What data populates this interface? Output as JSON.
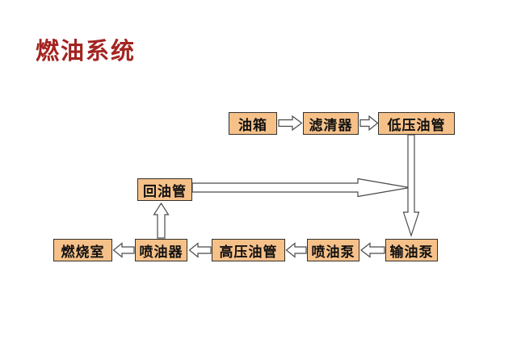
{
  "title": "燃油系统",
  "colors": {
    "bg": "#ffffff",
    "title_color": "#a32421",
    "box_fill": "#f6c189",
    "box_border": "#33302b",
    "arrow_stroke": "#4a4a4a",
    "text_color": "#111111"
  },
  "nodes": [
    {
      "id": "fuel-tank",
      "label": "油箱"
    },
    {
      "id": "filter",
      "label": "滤清器"
    },
    {
      "id": "low-pressure-pipe",
      "label": "低压油管"
    },
    {
      "id": "return-pipe",
      "label": "回油管"
    },
    {
      "id": "combustion-chamber",
      "label": "燃烧室"
    },
    {
      "id": "injector",
      "label": "喷油器"
    },
    {
      "id": "high-pressure-pipe",
      "label": "高压油管"
    },
    {
      "id": "injection-pump",
      "label": "喷油泵"
    },
    {
      "id": "transfer-pump",
      "label": "输油泵"
    }
  ],
  "edges": [
    {
      "from": "fuel-tank",
      "to": "filter"
    },
    {
      "from": "filter",
      "to": "low-pressure-pipe"
    },
    {
      "from": "low-pressure-pipe",
      "to": "transfer-pump"
    },
    {
      "from": "transfer-pump",
      "to": "injection-pump"
    },
    {
      "from": "injection-pump",
      "to": "high-pressure-pipe"
    },
    {
      "from": "high-pressure-pipe",
      "to": "injector"
    },
    {
      "from": "injector",
      "to": "combustion-chamber"
    },
    {
      "from": "injector",
      "to": "return-pipe"
    },
    {
      "from": "return-pipe",
      "to": "low-pressure-pipe-downline"
    }
  ]
}
